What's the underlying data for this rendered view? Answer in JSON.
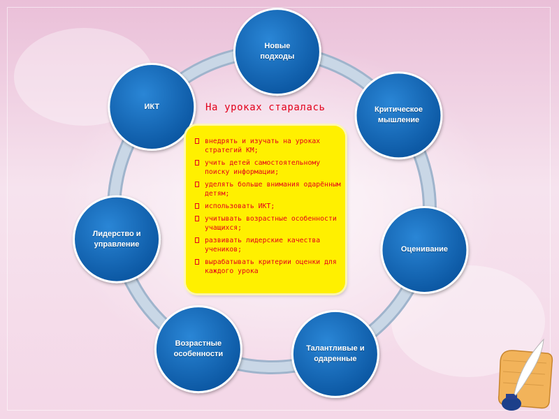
{
  "heading": "На уроках старалась",
  "nodes": [
    {
      "id": "new-approaches",
      "label": "Новые\nподходы"
    },
    {
      "id": "critical-thinking",
      "label": "Критическое\nмышление"
    },
    {
      "id": "assessment",
      "label": "Оценивание"
    },
    {
      "id": "talented-gifted",
      "label": "Талантливые и\nодаренные"
    },
    {
      "id": "age-features",
      "label": "Возрастные\nособенности"
    },
    {
      "id": "leadership",
      "label": "Лидерство и\nуправление"
    },
    {
      "id": "ict",
      "label": "ИКТ"
    }
  ],
  "points": [
    "внедрять и изучать на уроках стратегий КМ;",
    "учить детей самостоятельному поиску информации;",
    "уделять больше внимания одарённым детям;",
    "использовать ИКТ;",
    "учитывать возрастные особенности учащихся;",
    "развивать лидерские качества учеников;",
    "вырабатывать критерии оценки для каждого урока"
  ],
  "colors": {
    "node_fill": "#0f64b4",
    "ring": "#b7c9dd",
    "box": "#fff000",
    "text_red": "#e3001b"
  }
}
